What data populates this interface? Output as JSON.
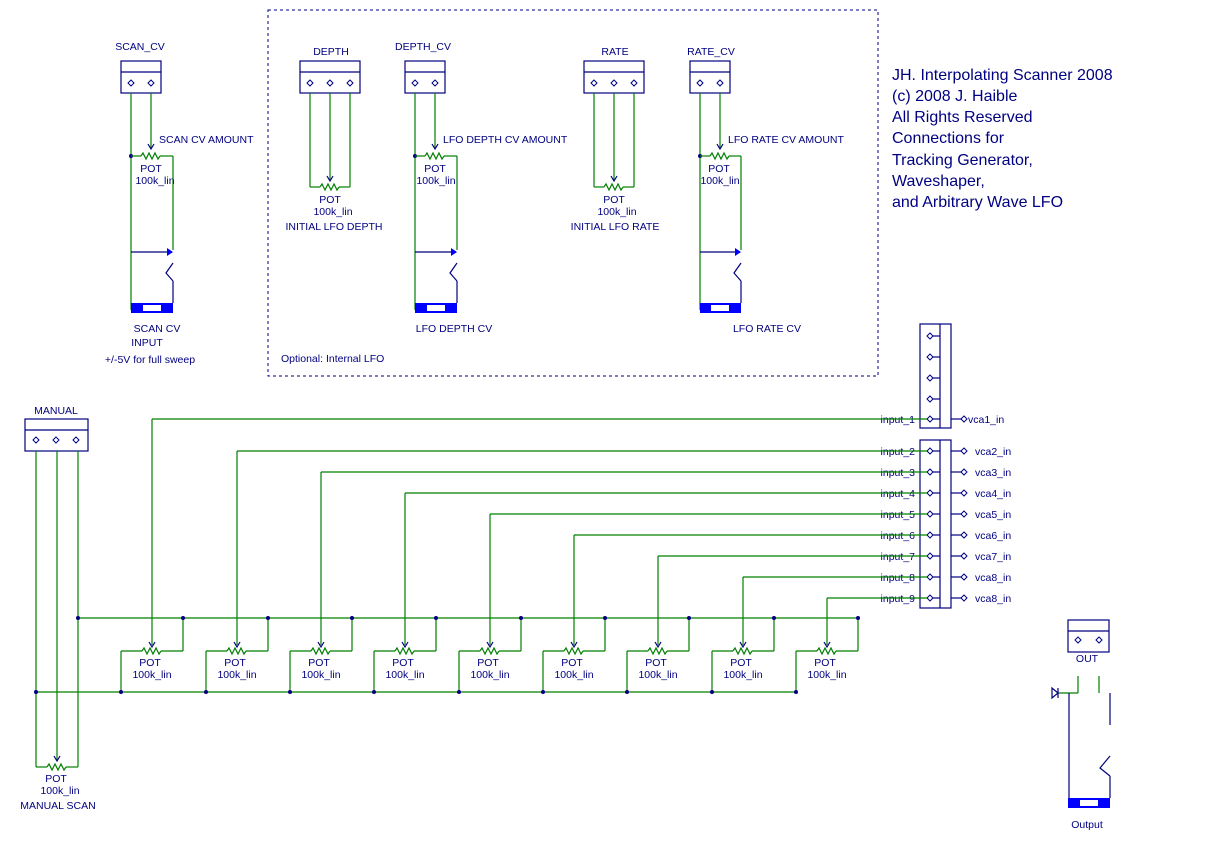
{
  "title_lines": [
    "JH. Interpolating Scanner 2008",
    "(c) 2008 J. Haible",
    "All Rights Reserved",
    "Connections for",
    "Tracking Generator,",
    "Waveshaper,",
    "and Arbitrary Wave LFO"
  ],
  "optional_label": "Optional: Internal LFO",
  "headers": {
    "scan_cv": "SCAN_CV",
    "depth": "DEPTH",
    "depth_cv": "DEPTH_CV",
    "rate": "RATE",
    "rate_cv": "RATE_CV",
    "manual": "MANUAL",
    "out": "OUT"
  },
  "pot": {
    "name": "POT",
    "value": "100k_lin"
  },
  "pot_notes": {
    "scan_cv_amount": "SCAN CV AMOUNT",
    "lfo_depth_cv_amount": "LFO DEPTH CV AMOUNT",
    "lfo_rate_cv_amount": "LFO RATE CV AMOUNT",
    "initial_lfo_depth": "INITIAL LFO DEPTH",
    "initial_lfo_rate": "INITIAL LFO RATE",
    "manual_scan": "MANUAL SCAN"
  },
  "jack_labels": {
    "scan_cv_1": "SCAN CV",
    "scan_cv_2": "INPUT",
    "scan_cv_3": "+/-5V for full sweep",
    "lfo_depth_cv": "LFO DEPTH CV",
    "lfo_rate_cv": "LFO RATE CV",
    "output": "Output"
  },
  "inputs": [
    "input_1",
    "input_2",
    "input_3",
    "input_4",
    "input_5",
    "input_6",
    "input_7",
    "input_8",
    "input_9"
  ],
  "outputs": [
    "vca1_in",
    "vca2_in",
    "vca3_in",
    "vca4_in",
    "vca5_in",
    "vca6_in",
    "vca7_in",
    "vca8_in",
    "vca8_in"
  ],
  "colors": {
    "wire": "#008000",
    "component": "#000080",
    "jack": "#0000ff",
    "background": "#ffffff"
  }
}
